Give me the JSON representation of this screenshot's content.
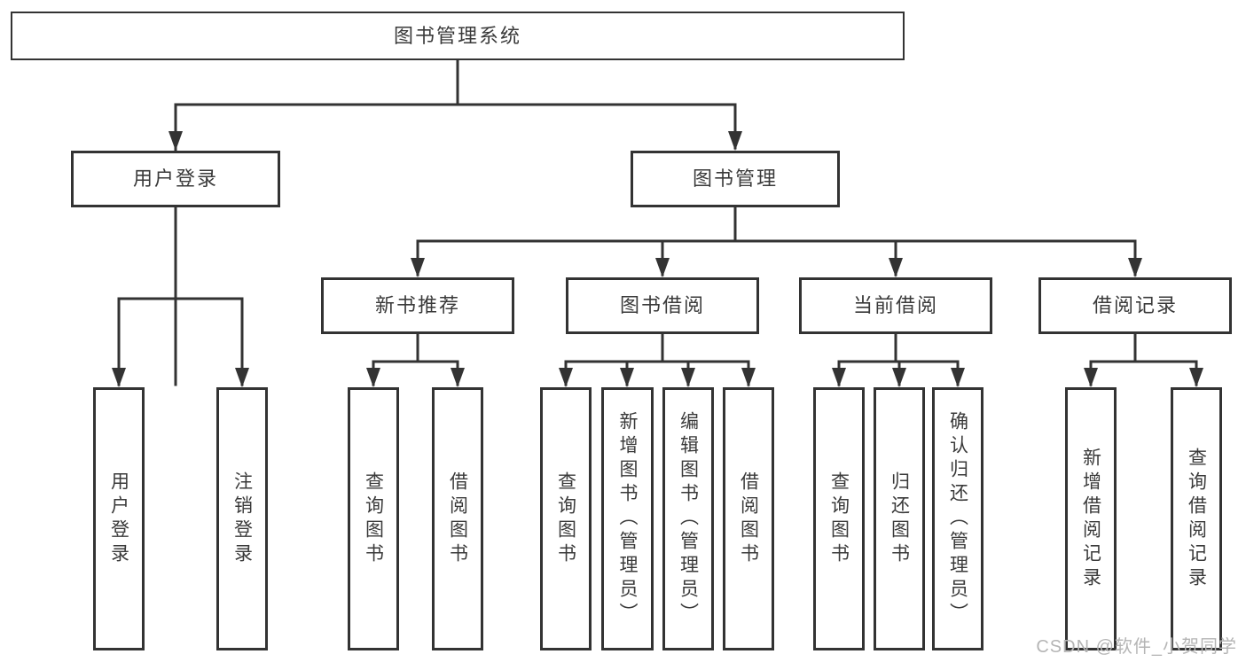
{
  "tree": {
    "root": {
      "label": "图书管理系统",
      "children": [
        {
          "label": "用户登录",
          "children": [
            {
              "label": "用户登录"
            },
            {
              "label": "注销登录"
            }
          ]
        },
        {
          "label": "图书管理",
          "children": [
            {
              "label": "新书推荐",
              "children": [
                {
                  "label": "查询图书"
                },
                {
                  "label": "借阅图书"
                }
              ]
            },
            {
              "label": "图书借阅",
              "children": [
                {
                  "label": "查询图书"
                },
                {
                  "label": "新增图书（管理员）"
                },
                {
                  "label": "编辑图书（管理员）"
                },
                {
                  "label": "借阅图书"
                }
              ]
            },
            {
              "label": "当前借阅",
              "children": [
                {
                  "label": "查询图书"
                },
                {
                  "label": "归还图书"
                },
                {
                  "label": "确认归还（管理员）"
                }
              ]
            },
            {
              "label": "借阅记录",
              "children": [
                {
                  "label": "新增借阅记录"
                },
                {
                  "label": "查询借阅记录"
                }
              ]
            }
          ]
        }
      ]
    }
  },
  "colors": {
    "line": "#333333",
    "text": "#3a3a3a",
    "box_fill": "#ffffff",
    "watermark": "#b5b5b5"
  },
  "watermark": "CSDN @软件_小贺同学"
}
